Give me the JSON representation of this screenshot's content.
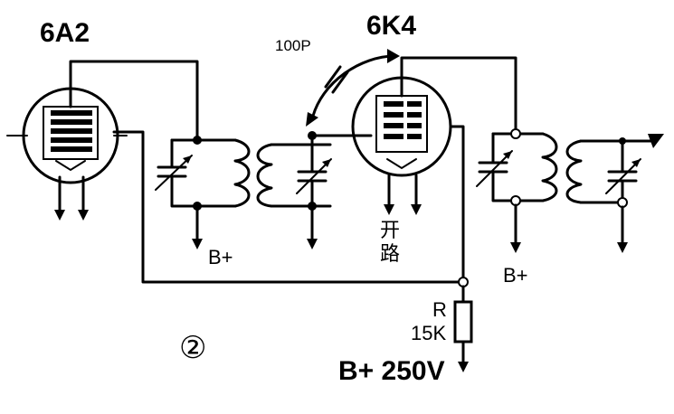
{
  "title": "",
  "labels": {
    "tube1": "6A2",
    "tube2": "6K4",
    "coupling_cap": "100P",
    "bplus_1": "B+",
    "bplus_2": "B+",
    "open_circuit_1": "开",
    "open_circuit_2": "路",
    "resistor_name": "R",
    "resistor_value": "15K",
    "supply": "B+ 250V",
    "figure_number": "②"
  },
  "colors": {
    "ink": "#000000",
    "paper": "#ffffff"
  }
}
